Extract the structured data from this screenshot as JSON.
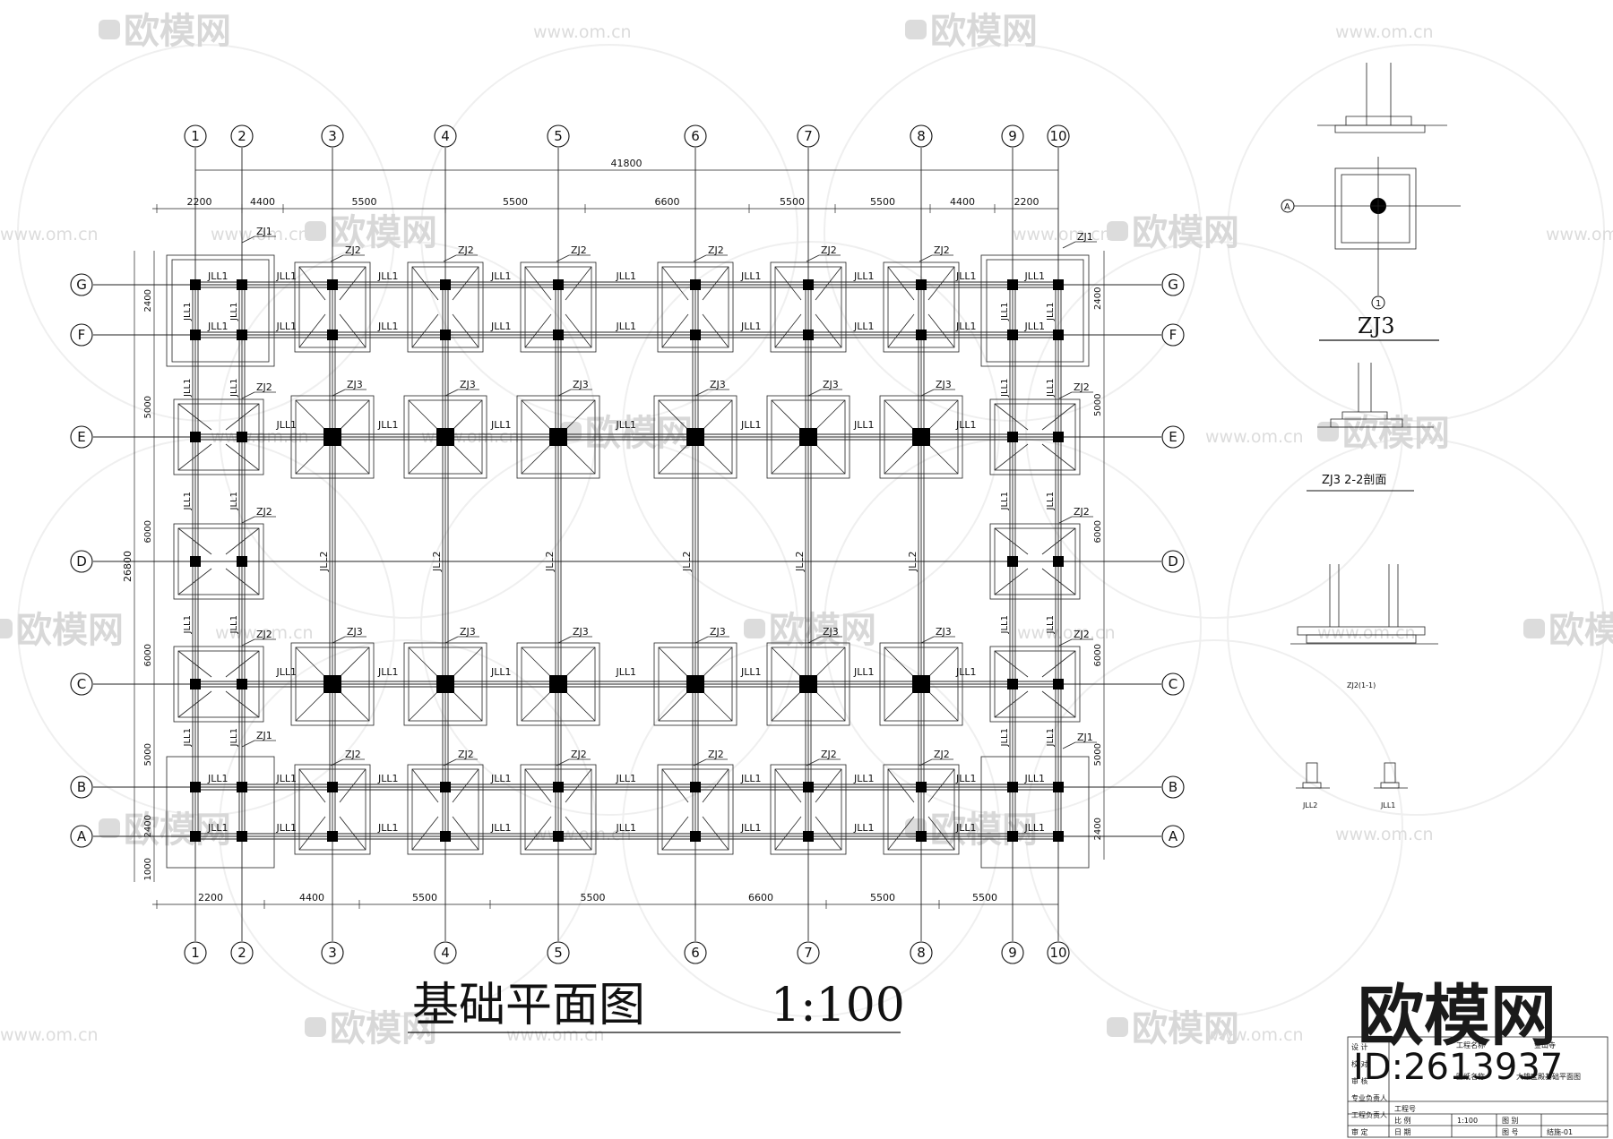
{
  "drawing": {
    "title": "基础平面图",
    "scale": "1:100",
    "grid_x": [
      "1",
      "2",
      "3",
      "4",
      "5",
      "6",
      "7",
      "8",
      "9",
      "10"
    ],
    "grid_y": [
      "G",
      "F",
      "E",
      "D",
      "C",
      "B",
      "A"
    ],
    "overall_width": "41800",
    "overall_height": "26800",
    "dims_x_top": [
      "2200",
      "4400",
      "5500",
      "5500",
      "6600",
      "5500",
      "5500",
      "4400",
      "2200"
    ],
    "dims_x_bottom": [
      "2200",
      "4400",
      "5500",
      "5500",
      "6600",
      "5500",
      "5500"
    ],
    "dims_y_left": [
      "2400",
      "5000",
      "6000",
      "6000",
      "5000",
      "2400",
      "1000"
    ],
    "dims_y_right": [
      "2400",
      "5000",
      "6000",
      "6000",
      "5000",
      "2400"
    ],
    "beam_jll1": "JLL1",
    "beam_jll2": "JLL2",
    "footings": {
      "zj1": "ZJ1",
      "zj2": "ZJ2",
      "zj3": "ZJ3"
    }
  },
  "details": {
    "zj3_plan_title": "ZJ3",
    "zj3_section_title": "ZJ3    2-2剖面",
    "zj2_section_title": "ZJ2(1-1)",
    "beam_sections": [
      "JLL2",
      "JLL1"
    ],
    "axis_a": "A",
    "axis_1": "1"
  },
  "title_block": {
    "project_name_label": "工程名称",
    "project_name_value": "金山寺",
    "drawing_name_label": "图纸名称",
    "drawing_name_value": "大雄宝殿基础平面图",
    "project_no_label": "工程号",
    "scale_label": "比  例",
    "scale_value": "1:100",
    "date_label": "日  期",
    "sheet_label": "图  别",
    "drawing_no_label": "图  号",
    "drawing_no_value": "结施-01",
    "roles": [
      "设  计",
      "校  对",
      "审  核",
      "专业负责人",
      "工程负责人",
      "审  定"
    ]
  },
  "watermark": {
    "brand": "欧模网",
    "url": "www.om.cn",
    "url_short": "om.cn",
    "id": "ID:2613937"
  }
}
